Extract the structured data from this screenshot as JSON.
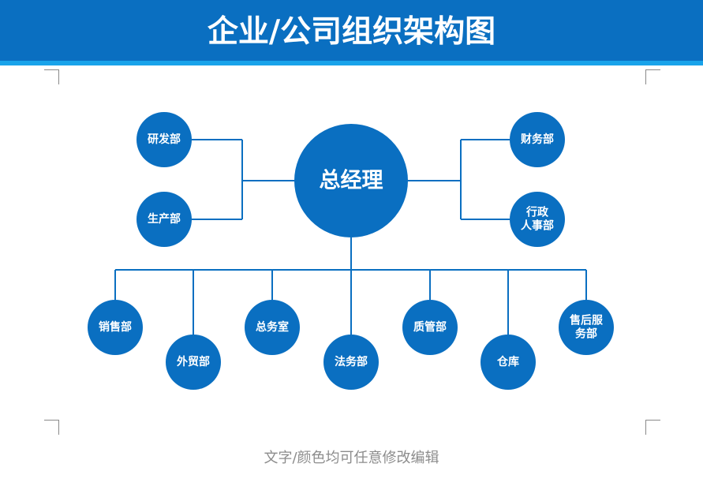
{
  "header": {
    "title": "企业/公司组织架构图"
  },
  "colors": {
    "header_bg": "#0a6fc1",
    "header_stripe": "#19a3ea",
    "node_fill": "#0a6fc1",
    "line": "#0a6fc1",
    "footer_text": "#8c8c8c"
  },
  "org": {
    "root": {
      "label": "总经理"
    },
    "left_branch": [
      {
        "label": "研发部"
      },
      {
        "label": "生产部"
      }
    ],
    "right_branch": [
      {
        "label": "财务部"
      },
      {
        "lines": [
          "行政",
          "人事部"
        ]
      }
    ],
    "departments": [
      {
        "label": "销售部"
      },
      {
        "label": "外贸部"
      },
      {
        "label": "总务室"
      },
      {
        "label": "法务部"
      },
      {
        "label": "质管部"
      },
      {
        "label": "仓库"
      },
      {
        "lines": [
          "售后服",
          "务部"
        ]
      }
    ]
  },
  "footer": {
    "note": "文字/颜色均可任意修改编辑"
  }
}
